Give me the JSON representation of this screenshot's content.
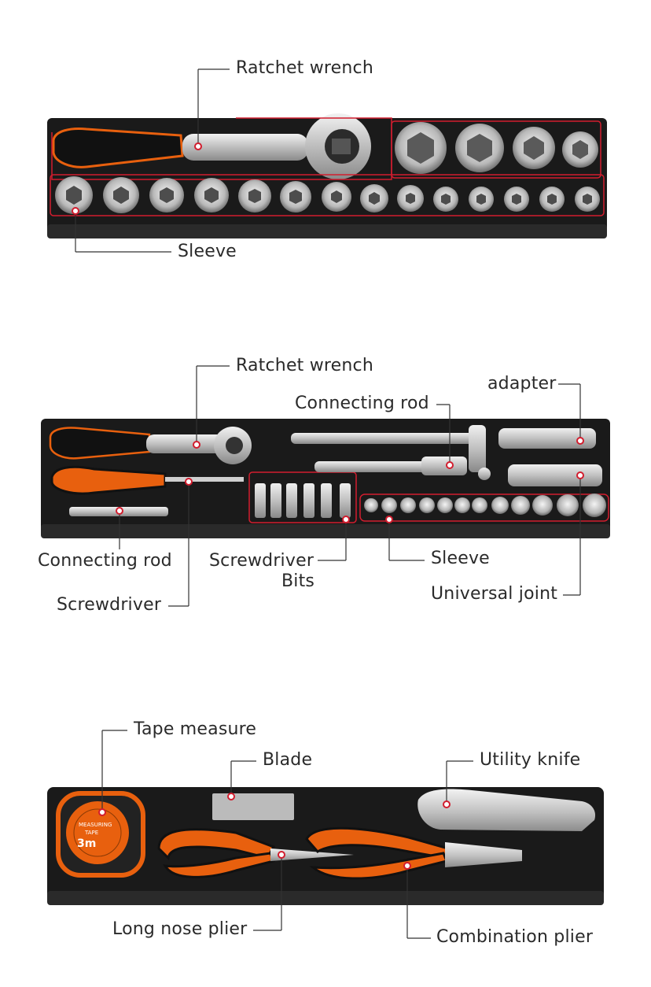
{
  "colors": {
    "tray": "#1c1c1c",
    "tray_edge": "#2b2b2b",
    "highlight": "#d21d2e",
    "chrome": "#c9c9c9",
    "orange": "#e8600e",
    "line": "#333333"
  },
  "tray1": {
    "labels": {
      "ratchet": "Ratchet wrench",
      "sleeve": "Sleeve"
    }
  },
  "tray2": {
    "labels": {
      "ratchet": "Ratchet wrench",
      "connecting_rod_top": "Connecting rod",
      "adapter": "adapter",
      "connecting_rod_left": "Connecting rod",
      "screwdriver_bits_line1": "Screwdriver",
      "screwdriver_bits_line2": "Bits",
      "sleeve": "Sleeve",
      "universal_joint": "Universal joint",
      "screwdriver": "Screwdriver"
    }
  },
  "tray3": {
    "labels": {
      "tape_measure": "Tape measure",
      "blade": "Blade",
      "utility_knife": "Utility knife",
      "long_nose_plier": "Long nose plier",
      "combination_plier": "Combination plier"
    },
    "tape_text": {
      "line1": "MEASURING",
      "line2": "TAPE",
      "size": "3m"
    }
  }
}
